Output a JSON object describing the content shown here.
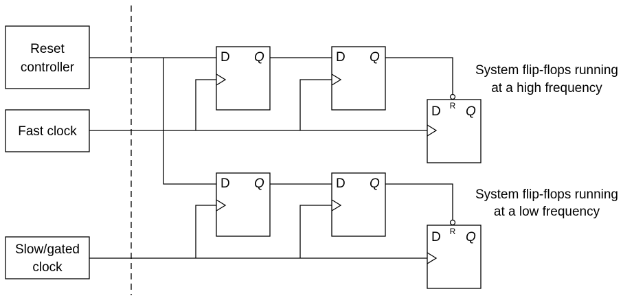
{
  "source_blocks": {
    "reset_controller": {
      "line1": "Reset",
      "line2": "controller"
    },
    "fast_clock": {
      "label": "Fast clock"
    },
    "slow_clock": {
      "line1": "Slow/gated",
      "line2": "clock"
    }
  },
  "flip_flop_pins": {
    "d": "D",
    "q": "Q",
    "r": "R"
  },
  "groups": {
    "high": {
      "line1": "System flip-flops running",
      "line2": "at a high frequency"
    },
    "low": {
      "line1": "System flip-flops running",
      "line2": "at a low frequency"
    }
  }
}
